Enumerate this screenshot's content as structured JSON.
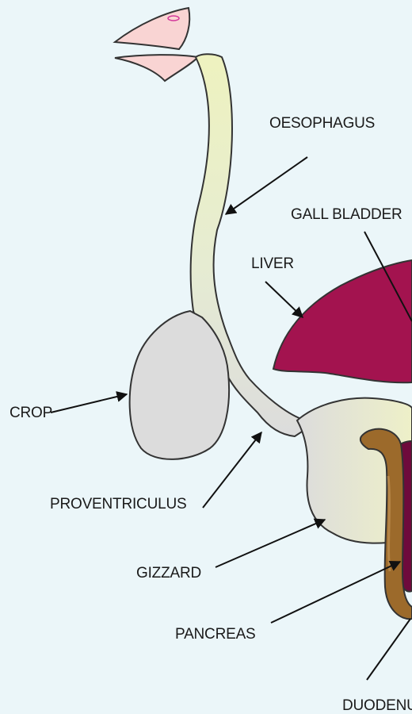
{
  "labels": {
    "oesophagus": "OESOPHAGUS",
    "gall_bladder": "GALL BLADDER",
    "liver": "LIVER",
    "crop": "CROP",
    "proventriculus": "PROVENTRICULUS",
    "gizzard": "GIZZARD",
    "pancreas": "PANCREAS",
    "duodenum": "DUODENUM"
  },
  "colors": {
    "background": "#ebf6f9",
    "beak": "#f9d4d3",
    "oesophagus_top": "#eef2bf",
    "crop_and_gizzard": "#dcdcdc",
    "liver": "#a3134f",
    "gall_bladder": "#6e0a3c",
    "duodenum": "#9c6a2b",
    "outline": "#333333"
  }
}
